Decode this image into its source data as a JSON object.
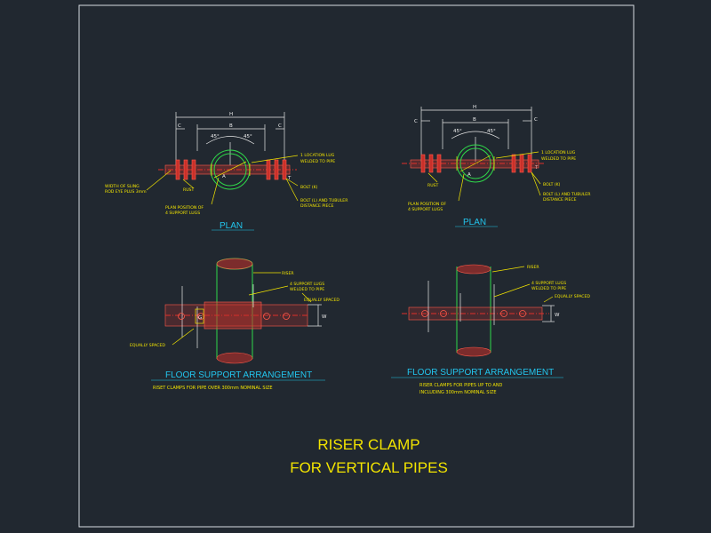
{
  "drawing": {
    "title_line1": "RISER CLAMP",
    "title_line2": "FOR VERTICAL PIPES"
  },
  "left": {
    "plan": {
      "heading": "PLAN",
      "dims": {
        "h": "H",
        "b": "B",
        "c1": "C",
        "c2": "C",
        "a1": "45°",
        "a2": "45°",
        "a": "A",
        "t": "T"
      },
      "labels": {
        "location_lug": "1 LOCATION LUG",
        "location_lug_2": "WELDED TO PIPE",
        "rust": "RUST",
        "width_sling": "WIDTH OF SLING",
        "rod_eye": "ROD EYE PLUS 3mm",
        "bolt": "BOLT (K)",
        "bolt_tub": "BOLT (L) AND TUBULER",
        "distance": "DISTANCE PIECE",
        "plan_pos": "PLAN POSITION OF",
        "support_lugs": "4 SUPPORT LUGS"
      }
    },
    "floor": {
      "heading": "FLOOR SUPPORT ARRANGEMENT",
      "subheading": "RISET CLAMPS FOR PIPE OVER 300mm NOMINAL SIZE",
      "labels": {
        "riser": "RISER",
        "support_lugs": "4 SUPPORT LUGS",
        "welded": "WELDED TO PIPE",
        "equally_top": "EQUALLY SPACED",
        "equally_left": "EQUALLY SPACED",
        "w": "W",
        "g": "G"
      }
    }
  },
  "right": {
    "plan": {
      "heading": "PLAN",
      "dims": {
        "h": "H",
        "b": "B",
        "c1": "C",
        "c2": "C",
        "a1": "45°",
        "a2": "45°",
        "a": "A",
        "t": "T"
      },
      "labels": {
        "location_lug": "1 LOCATION LUG",
        "location_lug_2": "WELDED TO PIPE",
        "rust": "RUST",
        "bolt": "BOLT (K)",
        "bolt_tub": "BOLT (L) AND TUBULER",
        "distance": "DISTANCE PIECE",
        "plan_pos": "PLAN POSITION OF",
        "support_lugs": "4 SUPPORT LUGS"
      }
    },
    "floor": {
      "heading": "FLOOR SUPPORT ARRANGEMENT",
      "subheading_1": "RISER CLAMPS FOR PIPES UP TO AND",
      "subheading_2": "INCLUDING 300mm NOMINAL SIZE",
      "labels": {
        "riser": "RISER",
        "support_lugs": "4 SUPPORT LUGS",
        "welded": "WELDED TO PIPE",
        "equally": "EQUALLY SPACED",
        "w": "W"
      }
    }
  }
}
